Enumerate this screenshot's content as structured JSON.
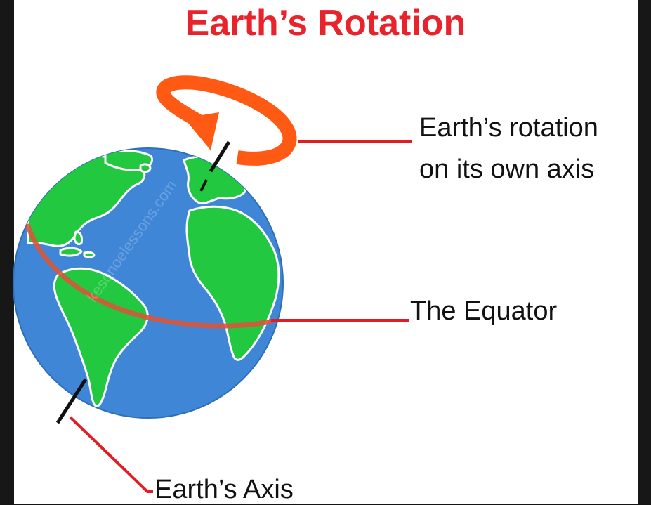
{
  "title": "Earth’s Rotation",
  "labels": {
    "rotation_line1": "Earth’s rotation",
    "rotation_line2": "on its own axis",
    "equator": "The Equator",
    "axis": "Earth’s Axis"
  },
  "watermark": "kesonoelessons.com",
  "colors": {
    "title": "#e8232b",
    "ocean": "#3f86d6",
    "land": "#22c840",
    "rotation_arrow": "#ff5a14",
    "equator": "#d9553b",
    "leader_lines": "#e31b23",
    "axis": "#111111",
    "frame": "#171717"
  },
  "icons": [
    "earth-globe-icon",
    "rotation-arrow-icon"
  ]
}
